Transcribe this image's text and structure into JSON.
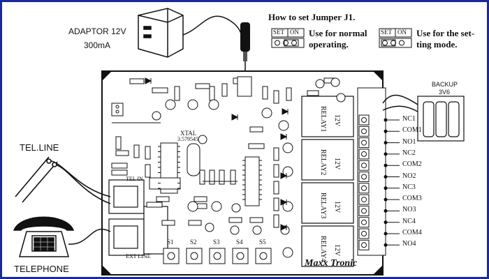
{
  "adaptor": {
    "title": "ADAPTOR 12V",
    "current": "300mA"
  },
  "jumper": {
    "heading": "How to set Jumper J1.",
    "set_label": "SET",
    "on_label": "ON",
    "normal_text_1": "Use for normal",
    "normal_text_2": "operating.",
    "setting_text_1": "Use for the set-",
    "setting_text_2": "ting mode."
  },
  "backup": {
    "label": "BACKUP",
    "voltage": "3V6"
  },
  "telline": "TEL.LINE",
  "telephone": "TELEPHONE",
  "terminals": [
    "NC1",
    "COM1",
    "NO1",
    "NC2",
    "COM2",
    "NO2",
    "NC3",
    "COM3",
    "NO3",
    "NC4",
    "COM4",
    "NO4"
  ],
  "relays": [
    "RELAY1",
    "RELAY2",
    "RELAY3",
    "RELAY4"
  ],
  "relay_voltage": "12V",
  "switches": [
    "S1",
    "S2",
    "S3",
    "S4",
    "S5"
  ],
  "board": {
    "xtal_label": "XTAL",
    "xtal_freq": "3.579545",
    "tel_in": "TEL IN",
    "ext_line": "EXT LINE",
    "brand": "Maxx Tronic"
  },
  "colors": {
    "frame": "#1a2a9a",
    "ink": "#111111",
    "board": "#ffffff"
  }
}
